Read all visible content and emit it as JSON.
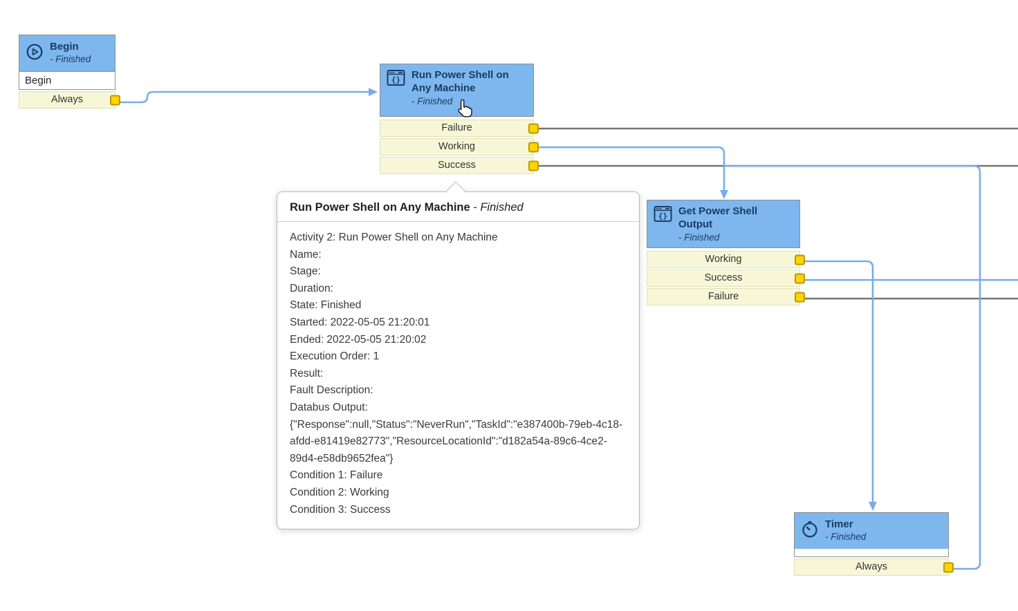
{
  "colors": {
    "node_header_blue": "#7db7ee",
    "node_header_text": "#1a3b63",
    "condition_row_bg": "#f7f7d8",
    "connector_fill": "#ffd400",
    "connector_border": "#bb9800",
    "link_blue": "#79ade8",
    "link_gray": "#757575",
    "node_border": "#8f8f8f"
  },
  "nodes": [
    {
      "id": "begin",
      "title": "Begin",
      "status": "- Finished",
      "icon": "play-circle-icon",
      "content": "Begin",
      "conditions": [
        "Always"
      ]
    },
    {
      "id": "run-power-shell",
      "title": "Run Power Shell on Any Machine",
      "status": "- Finished",
      "icon": "powershell-window-icon",
      "conditions": [
        "Failure",
        "Working",
        "Success"
      ]
    },
    {
      "id": "get-power-shell-output",
      "title": "Get Power Shell Output",
      "status": "- Finished",
      "icon": "powershell-window-icon",
      "conditions": [
        "Working",
        "Success",
        "Failure"
      ]
    },
    {
      "id": "timer",
      "title": "Timer",
      "status": "- Finished",
      "icon": "timer-icon",
      "conditions": [
        "Always"
      ]
    }
  ],
  "links": [
    {
      "from": "Begin / Always",
      "to": "Run Power Shell on Any Machine",
      "color": "blue"
    },
    {
      "from": "Run Power Shell on Any Machine / Failure",
      "to": "off-screen-right",
      "color": "gray"
    },
    {
      "from": "Run Power Shell on Any Machine / Working",
      "to": "Get Power Shell Output",
      "color": "blue"
    },
    {
      "from": "Run Power Shell on Any Machine / Success",
      "to": "off-screen-right",
      "color": "gray"
    },
    {
      "from": "Get Power Shell Output / Working",
      "to": "Timer",
      "color": "blue"
    },
    {
      "from": "Get Power Shell Output / Success",
      "to": "off-screen-right",
      "color": "blue"
    },
    {
      "from": "Get Power Shell Output / Failure",
      "to": "off-screen-right",
      "color": "gray"
    },
    {
      "from": "Timer / Always",
      "to": "Get Power Shell Output",
      "color": "blue"
    }
  ],
  "tooltip": {
    "title": "Run Power Shell on Any Machine",
    "status": " - Finished",
    "lines": [
      "Activity 2: Run Power Shell on Any Machine",
      "Name:",
      "Stage:",
      "Duration:",
      "State: Finished",
      "Started: 2022-05-05 21:20:01",
      "Ended: 2022-05-05 21:20:02",
      "Execution Order: 1",
      "Result:",
      "Fault Description:",
      "Databus Output:",
      "{\"Response\":null,\"Status\":\"NeverRun\",\"TaskId\":\"e387400b-79eb-4c18-afdd-e81419e82773\",\"ResourceLocationId\":\"d182a54a-89c6-4ce2-89d4-e58db9652fea\"}",
      "Condition 1: Failure",
      "Condition 2: Working",
      "Condition 3: Success"
    ]
  }
}
